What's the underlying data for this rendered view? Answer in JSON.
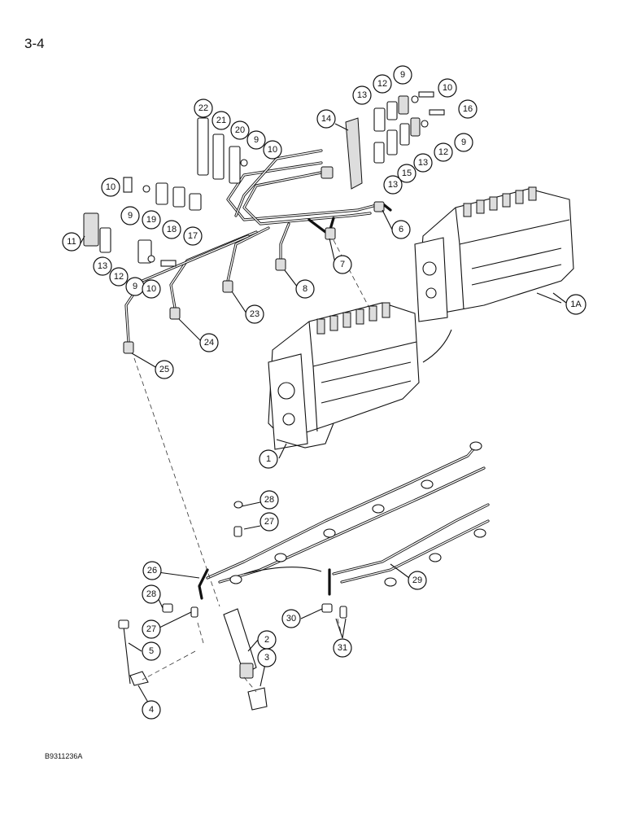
{
  "page_number": "3-4",
  "figure_code": "B9311236A",
  "callouts": {
    "c1": "1",
    "c1a": "1A",
    "c2": "2",
    "c3": "3",
    "c4": "4",
    "c5": "5",
    "c6": "6",
    "c7": "7",
    "c8": "8",
    "c9a": "9",
    "c9b": "9",
    "c9c": "9",
    "c9d": "9",
    "c9e": "9",
    "c10a": "10",
    "c10b": "10",
    "c10c": "10",
    "c10d": "10",
    "c11": "11",
    "c12a": "12",
    "c12b": "12",
    "c12c": "12",
    "c13a": "13",
    "c13b": "13",
    "c13c": "13",
    "c13d": "13",
    "c14": "14",
    "c15": "15",
    "c16": "16",
    "c17": "17",
    "c18": "18",
    "c19": "19",
    "c20": "20",
    "c21": "21",
    "c22": "22",
    "c23": "23",
    "c24": "24",
    "c25": "25",
    "c26": "26",
    "c27a": "27",
    "c27b": "27",
    "c28a": "28",
    "c28b": "28",
    "c29": "29",
    "c30": "30",
    "c31": "31"
  }
}
